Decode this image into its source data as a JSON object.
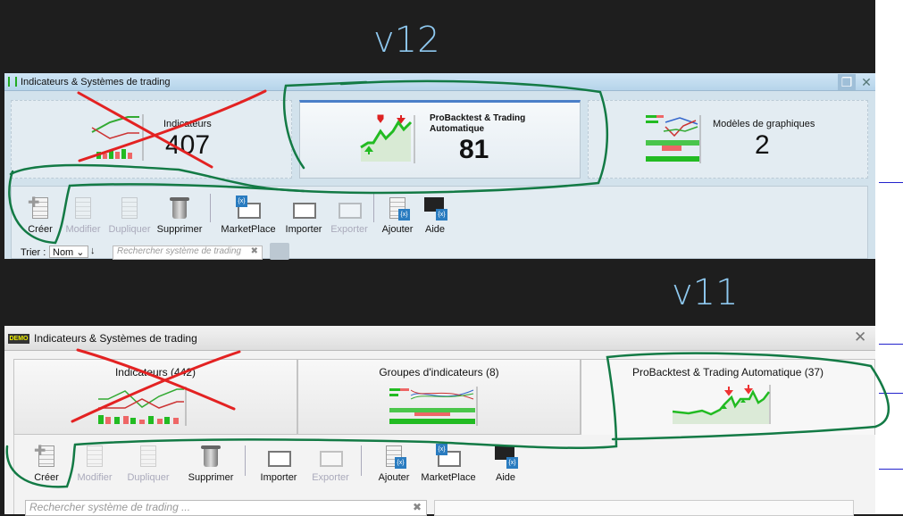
{
  "annotations": {
    "v12_label": "v12",
    "v11_label": "v11"
  },
  "v12": {
    "title": "Indicateurs & Systèmes de trading",
    "tiles": [
      {
        "name": "Indicateurs",
        "count": "407"
      },
      {
        "name": "ProBacktest & Trading Automatique",
        "count": "81"
      },
      {
        "name": "Modèles de graphiques",
        "count": "2"
      }
    ],
    "toolbar": {
      "create": "Créer",
      "modify": "Modifier",
      "duplicate": "Dupliquer",
      "delete": "Supprimer",
      "marketplace": "MarketPlace",
      "import": "Importer",
      "export": "Exporter",
      "add": "Ajouter",
      "help": "Aide"
    },
    "sort_label": "Trier :",
    "sort_value": "Nom",
    "search_placeholder": "Rechercher système de trading"
  },
  "v11": {
    "title": "Indicateurs & Systèmes de trading",
    "badge": "DEMO",
    "tiles": [
      "Indicateurs (442)",
      "Groupes d'indicateurs (8)",
      "ProBacktest & Trading Automatique (37)"
    ],
    "toolbar": {
      "create": "Créer",
      "modify": "Modifier",
      "duplicate": "Dupliquer",
      "delete": "Supprimer",
      "import": "Importer",
      "export": "Exporter",
      "add": "Ajouter",
      "marketplace": "MarketPlace",
      "help": "Aide"
    },
    "search_placeholder": "Rechercher système de trading ..."
  }
}
